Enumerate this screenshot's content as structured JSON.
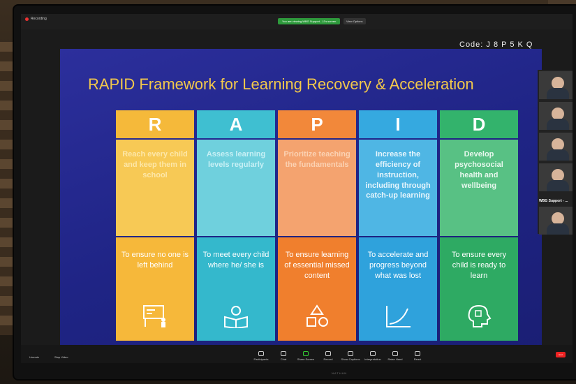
{
  "zoom": {
    "recording_label": "Recording",
    "view_pill": "You are viewing WBG Support - JJ's screen",
    "view_options": "View Options",
    "code": "Code: J 8 P 5 K Q"
  },
  "slide": {
    "title": "RAPID Framework for Learning Recovery & Acceleration",
    "columns": [
      {
        "letter": "R",
        "goal": "Reach every child and keep them in school",
        "why": "To ensure no one is left behind",
        "icon": "classroom-icon",
        "head_color": "#f5b93a",
        "goal_color": "#f7c955",
        "why_color": "#f6b83a",
        "goal_text_color": "#fde7a8"
      },
      {
        "letter": "A",
        "goal": "Assess learning levels regularly",
        "why": "To meet every child where he/ she is",
        "icon": "book-lightbulb-icon",
        "head_color": "#3fbfd1",
        "goal_color": "#6fd0dd",
        "why_color": "#34b8cc",
        "goal_text_color": "#c7f0f5"
      },
      {
        "letter": "P",
        "goal": "Prioritize teaching the fundamentals",
        "why": "To ensure learning of essential missed content",
        "icon": "shapes-icon",
        "head_color": "#f2883a",
        "goal_color": "#f4a36f",
        "why_color": "#f07f2d",
        "goal_text_color": "#fbd2b3"
      },
      {
        "letter": "I",
        "goal": "Increase the efficiency of instruction, including through catch-up learning",
        "why": "To accelerate and progress beyond what was lost",
        "icon": "growth-curve-icon",
        "head_color": "#35a9e0",
        "goal_color": "#4fb6e4",
        "why_color": "#2fa2dc",
        "goal_text_color": "#e6f5fc"
      },
      {
        "letter": "D",
        "goal": "Develop psychosocial health and wellbeing",
        "why": "To ensure every child is ready to learn",
        "icon": "puzzle-head-icon",
        "head_color": "#33b36c",
        "goal_color": "#58c184",
        "why_color": "#2eaa63",
        "goal_text_color": "#e8f8ee"
      }
    ]
  },
  "participants": {
    "group_label": "WBG Support - ..."
  },
  "toolbar": {
    "mute": "Unmute",
    "video": "Stop Video",
    "items": [
      "Participants",
      "Chat",
      "Share Screen",
      "Record",
      "Show Captions",
      "Interpretation",
      "Raise Hand",
      "React"
    ],
    "end": "End"
  },
  "monitor_brand": "NATHAN"
}
